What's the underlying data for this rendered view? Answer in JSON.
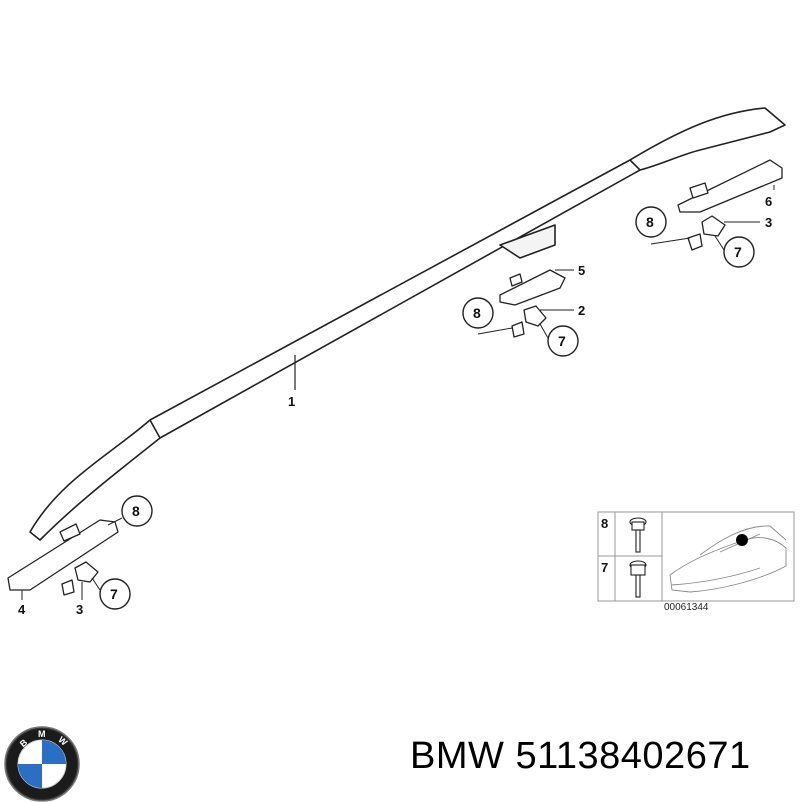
{
  "diagram": {
    "callouts": {
      "rail": "1",
      "bracket_mid": "2",
      "bracket_rear": "3",
      "bracket_front": "3",
      "cover_front": "4",
      "cover_mid": "5",
      "cover_rear": "6"
    },
    "circled": {
      "bolt_rear": "8",
      "nut_rear": "7",
      "bolt_mid": "8",
      "nut_mid": "7",
      "bolt_front": "8",
      "nut_front": "7"
    },
    "legend": {
      "item_bolt": "8",
      "item_nut": "7",
      "reference_number": "00061344"
    }
  },
  "brand": {
    "name": "BMW",
    "part_number": "51138402671",
    "logo_letters": [
      "B",
      "M",
      "W"
    ]
  }
}
